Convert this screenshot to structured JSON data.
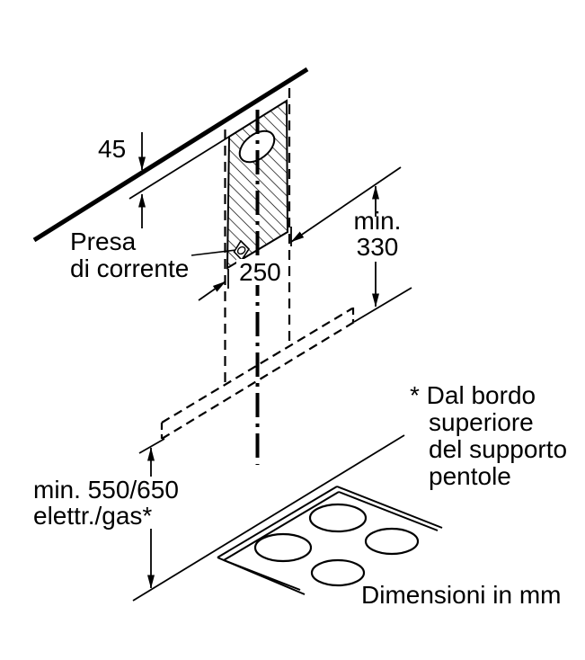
{
  "page": {
    "background": "#ffffff",
    "line_color": "#000000"
  },
  "diagram": {
    "dimensions": {
      "ceiling_gap": "45",
      "plate_width": "250",
      "chimney_min_line1": "min.",
      "chimney_min_line2": "330",
      "hob_clearance_line1": "min. 550/650",
      "hob_clearance_line2": "elettr./gas*"
    },
    "labels": {
      "socket_line1": "Presa",
      "socket_line2": "di corrente",
      "units": "Dimensioni in mm"
    },
    "footnote_lines": [
      "* Dal bordo",
      "superiore",
      "del supporto",
      "pentole"
    ]
  }
}
